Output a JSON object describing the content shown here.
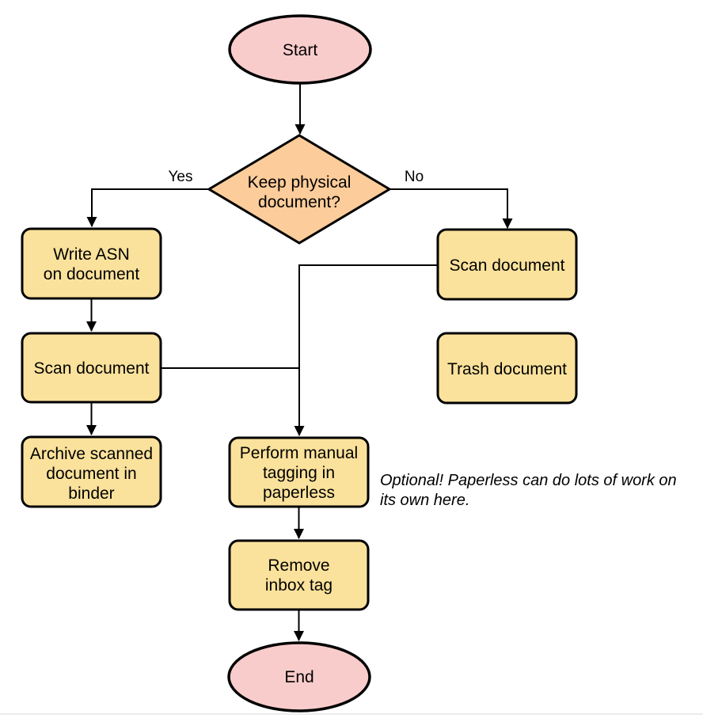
{
  "diagram": {
    "type": "flowchart",
    "background": "#ffffff",
    "colors": {
      "terminal_fill": "#F9CCCC",
      "decision_fill": "#FCCC9A",
      "process_fill": "#FBE29C",
      "stroke": "#000000"
    },
    "nodes": {
      "start": {
        "shape": "ellipse",
        "lines": [
          "Start"
        ]
      },
      "keep_physical": {
        "shape": "diamond",
        "lines": [
          "Keep physical",
          "document?"
        ]
      },
      "write_asn": {
        "shape": "process",
        "lines": [
          "Write ASN",
          "on document"
        ]
      },
      "scan_document_left": {
        "shape": "process",
        "lines": [
          "Scan document"
        ]
      },
      "archive_binder": {
        "shape": "process",
        "lines": [
          "Archive scanned",
          "document in",
          "binder"
        ]
      },
      "scan_document_right": {
        "shape": "process",
        "lines": [
          "Scan document"
        ]
      },
      "trash_document": {
        "shape": "process",
        "lines": [
          "Trash document"
        ]
      },
      "manual_tagging": {
        "shape": "process",
        "lines": [
          "Perform manual",
          "tagging in",
          "paperless"
        ]
      },
      "remove_inbox_tag": {
        "shape": "process",
        "lines": [
          "Remove",
          "inbox tag"
        ]
      },
      "end": {
        "shape": "ellipse",
        "lines": [
          "End"
        ]
      }
    },
    "edge_labels": {
      "yes": "Yes",
      "no": "No"
    },
    "annotation": {
      "lines": [
        "Optional! Paperless can do lots of work on",
        "its own here."
      ]
    }
  }
}
